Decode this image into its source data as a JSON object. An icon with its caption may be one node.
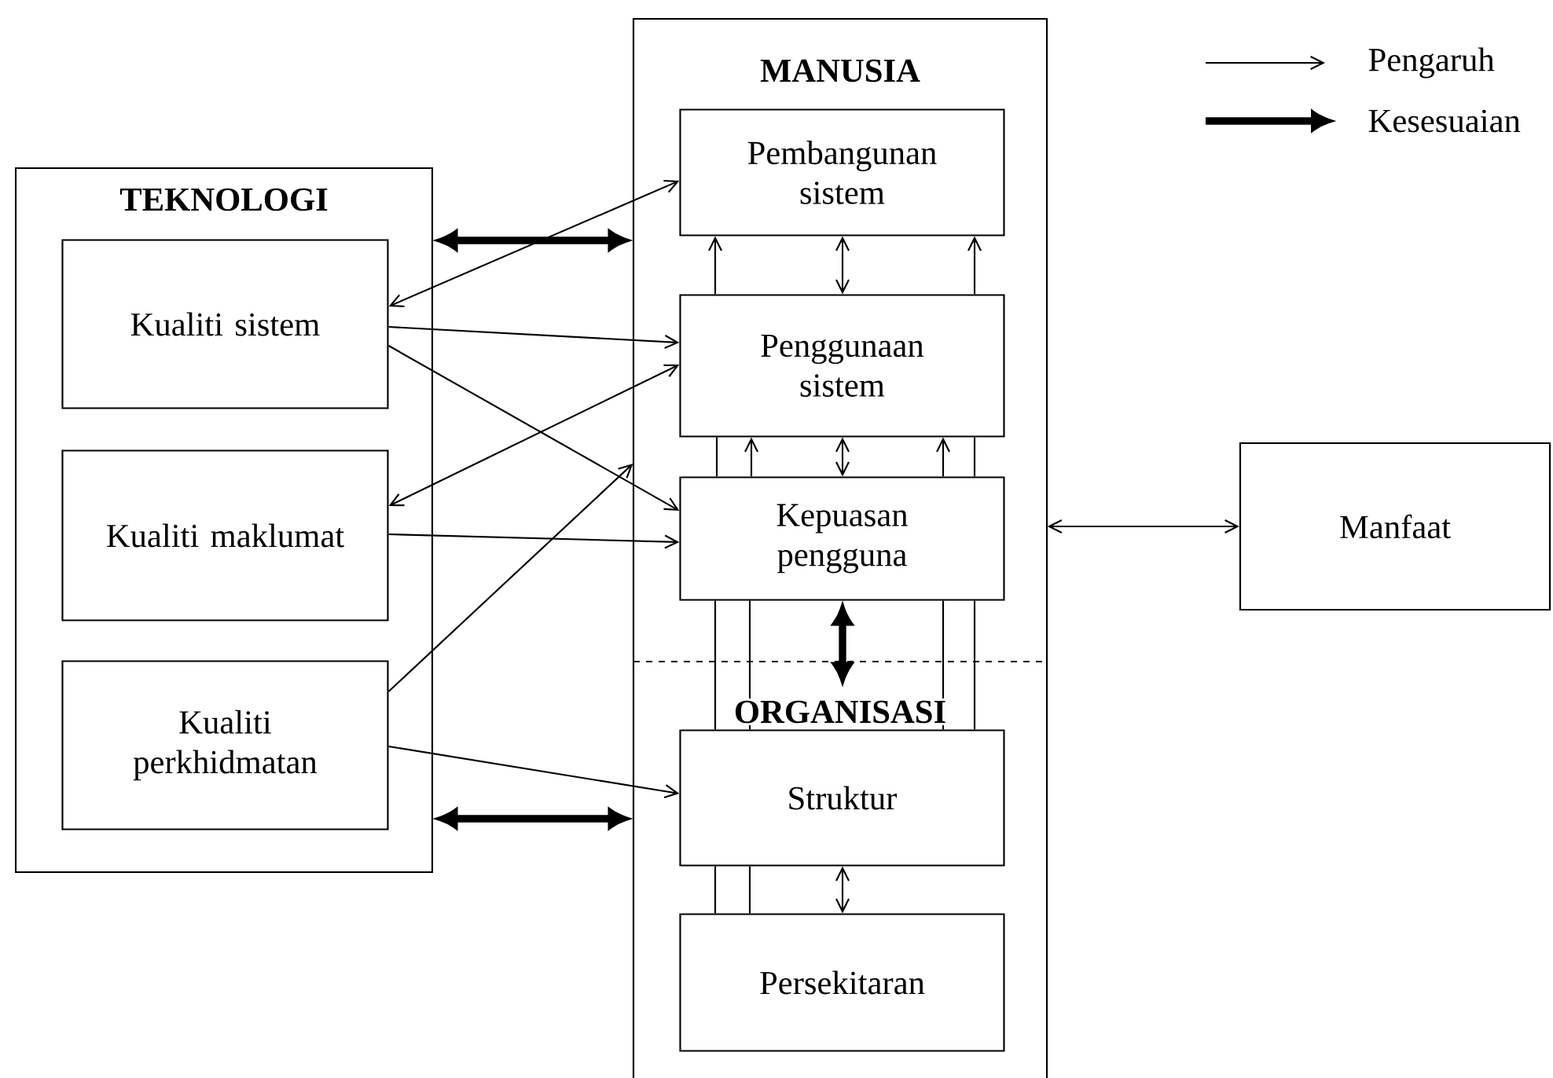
{
  "diagram": {
    "nodes": [
      {
        "text": [
          "TEKNOLOGI"
        ]
      },
      {
        "text": [
          "Kualiti sistem"
        ],
        "in": 0
      },
      {
        "text": [
          "Kualiti maklumat"
        ],
        "in": 0
      },
      {
        "text": [
          "Kualiti perkhidmatan"
        ],
        "in": 0
      },
      {
        "text": [
          "MANUSIA"
        ]
      },
      {
        "text": [
          "Pembangunan sistem"
        ],
        "in": 4
      },
      {
        "text": [
          "Penggunaan sistem"
        ],
        "in": 4
      },
      {
        "text": [
          "Kepuasan pengguna"
        ],
        "in": 4
      },
      {
        "text": [
          "ORGANISASI"
        ]
      },
      {
        "text": [
          "Struktur"
        ],
        "in": 8
      },
      {
        "text": [
          "Persekitaran"
        ],
        "in": 8
      },
      {
        "text": [
          "Manfaat"
        ]
      }
    ],
    "edges": [
      {
        "from": 0,
        "to": 4,
        "arrow": "both",
        "style": "thick"
      },
      {
        "from": 1,
        "to": 5,
        "arrow": "both"
      },
      {
        "from": 1,
        "to": 6,
        "arrow": "to"
      },
      {
        "from": 1,
        "to": 7,
        "arrow": "to"
      },
      {
        "from": 2,
        "to": 6,
        "arrow": "both"
      },
      {
        "from": 2,
        "to": 7,
        "arrow": "to"
      },
      {
        "from": 3,
        "to": 4,
        "arrow": "to"
      },
      {
        "from": 3,
        "to": 9,
        "arrow": "to"
      },
      {
        "from": 0,
        "to": 8,
        "arrow": "both",
        "style": "thick"
      },
      {
        "from": 4,
        "to": 11,
        "arrow": "both"
      },
      {
        "from": 6,
        "to": 5,
        "arrow": "both"
      },
      {
        "from": 7,
        "to": 6,
        "arrow": "both"
      },
      {
        "from": 7,
        "to": 9,
        "arrow": "both",
        "style": "thick"
      },
      {
        "from": 10,
        "to": 9,
        "arrow": "both"
      },
      {
        "from": 9,
        "to": 7,
        "arrow": "none"
      },
      {
        "from": 9,
        "to": 7,
        "arrow": "none"
      },
      {
        "from": 9,
        "to": 7,
        "arrow": "none"
      },
      {
        "from": 9,
        "to": 7,
        "arrow": "none"
      },
      {
        "from": 7,
        "to": 6,
        "arrow": "none"
      },
      {
        "from": 7,
        "to": 6,
        "arrow": "to"
      },
      {
        "from": 7,
        "to": 6,
        "arrow": "to"
      },
      {
        "from": 7,
        "to": 6,
        "arrow": "none"
      },
      {
        "from": 6,
        "to": 5,
        "arrow": "to"
      },
      {
        "from": 6,
        "to": 5,
        "arrow": "to"
      },
      {
        "from": 10,
        "to": 9,
        "arrow": "none"
      },
      {
        "from": 10,
        "to": 9,
        "arrow": "none"
      }
    ],
    "legend": [
      {
        "text": "Pengaruh"
      },
      {
        "text": "Kesesuaian"
      }
    ]
  }
}
